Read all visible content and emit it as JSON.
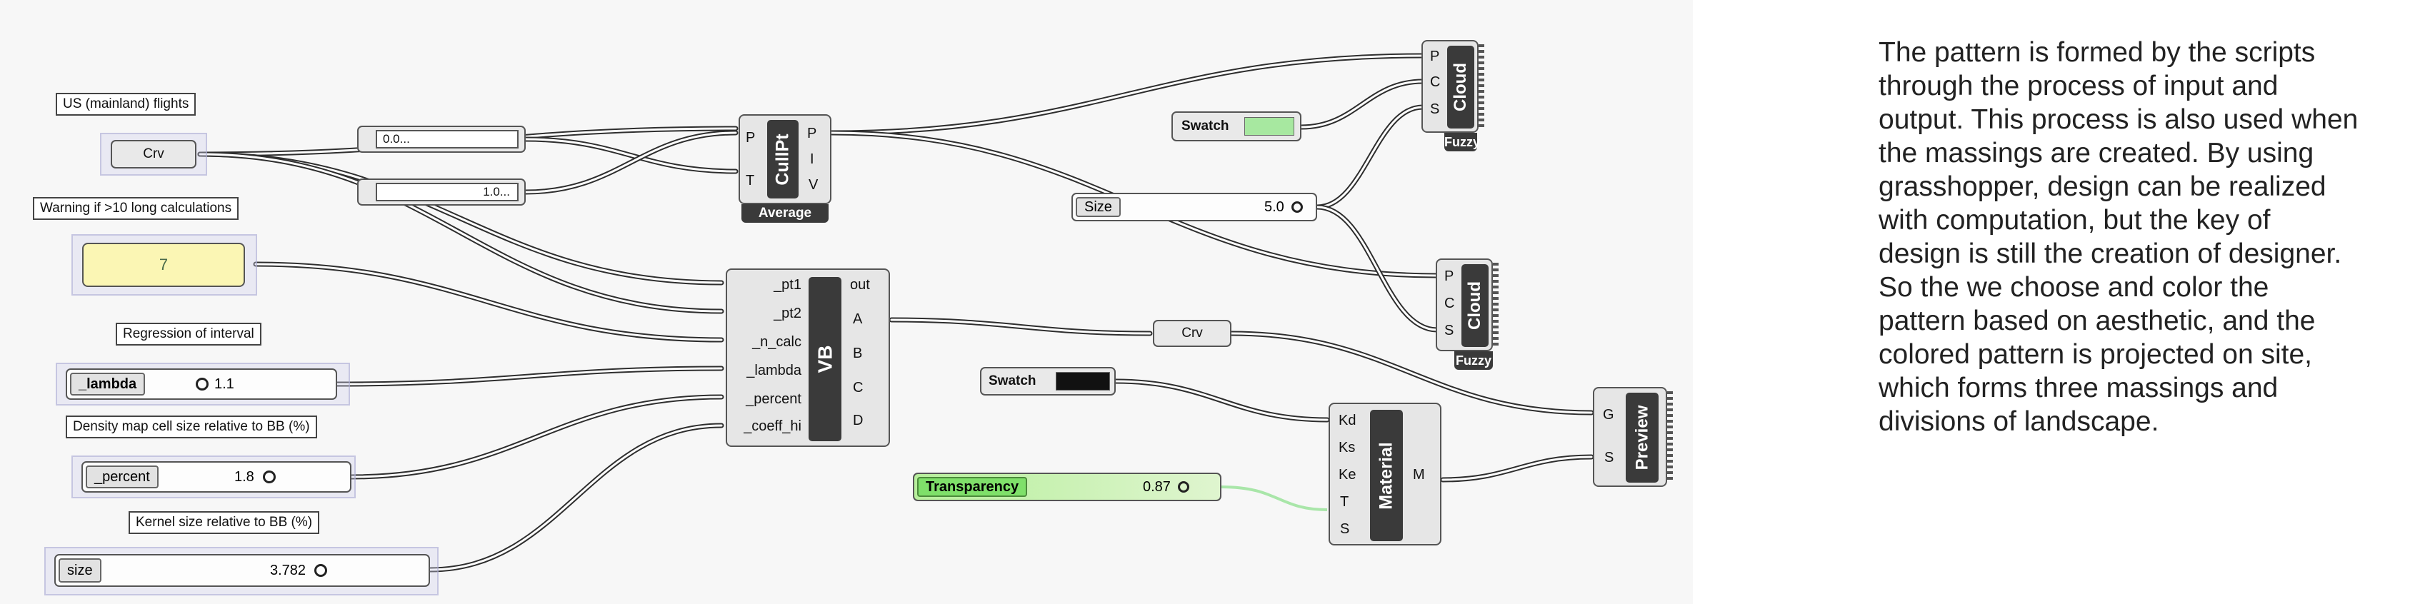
{
  "canvas": {
    "groups": {
      "us_flights": {
        "label": "US (mainland) flights",
        "param": "Crv"
      },
      "warning": {
        "label": "Warning if >10 long calculations",
        "value": "7"
      },
      "regression": {
        "label": "Regression of interval",
        "name": "_lambda",
        "value": "1.1"
      },
      "density": {
        "label": "Density map cell size relative to BB (%)",
        "name": "_percent",
        "value": "1.8"
      },
      "kernel": {
        "label": "Kernel size relative to BB (%)",
        "name": "size",
        "value": "3.782"
      }
    },
    "inputs": {
      "text_a": "0.0...",
      "text_b": "1.0..."
    },
    "cullpt": {
      "title": "CullPt",
      "inputs": [
        "P",
        "T"
      ],
      "outputs": [
        "P",
        "I",
        "V"
      ],
      "tag": "Average"
    },
    "vb": {
      "title": "VB",
      "inputs": [
        "_pt1",
        "_pt2",
        "_n_calc",
        "_lambda",
        "_percent",
        "_coeff_hi"
      ],
      "outputs": [
        "out",
        "A",
        "B",
        "C",
        "D"
      ]
    },
    "swatch_top": {
      "name": "Swatch",
      "color": "#a7e8a0"
    },
    "size_slider": {
      "name": "Size",
      "value": "5.0"
    },
    "cloud_top": {
      "title": "Cloud",
      "inputs": [
        "P",
        "C",
        "S"
      ],
      "tag": "Fuzzy"
    },
    "cloud_bottom": {
      "title": "Cloud",
      "inputs": [
        "P",
        "C",
        "S"
      ],
      "tag": "Fuzzy"
    },
    "crv_param": "Crv",
    "swatch_bottom": {
      "name": "Swatch",
      "color": "#111111"
    },
    "transparency": {
      "name": "Transparency",
      "value": "0.87"
    },
    "material": {
      "title": "Material",
      "inputs": [
        "Kd",
        "Ks",
        "Ke",
        "T",
        "S"
      ],
      "outputs": [
        "M"
      ]
    },
    "preview": {
      "title": "Preview",
      "inputs": [
        "G",
        "S"
      ]
    }
  },
  "description": [
    "The pattern is formed by the scripts",
    "through the process of input and",
    "output. This process is also used when",
    "the massings are created. By using",
    "grasshopper, design can be realized",
    "with computation, but the key of",
    "design is still the creation of designer.",
    "So the we choose and color the",
    "pattern based on aesthetic, and the",
    "colored pattern is projected on site,",
    "which forms three massings and",
    "divisions of landscape."
  ]
}
